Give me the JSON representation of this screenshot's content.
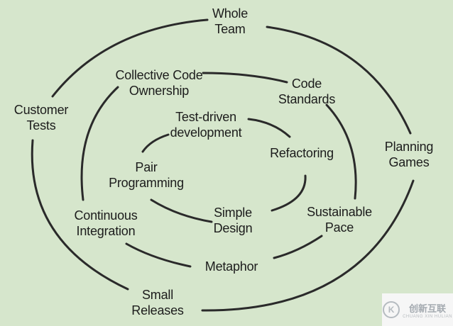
{
  "practices": {
    "whole_team": [
      "Whole",
      "Team"
    ],
    "collective_code_ownership": [
      "Collective Code",
      "Ownership"
    ],
    "code_standards": [
      "Code",
      "Standards"
    ],
    "customer_tests": [
      "Customer",
      "Tests"
    ],
    "test_driven_development": [
      "Test-driven",
      "development"
    ],
    "refactoring": [
      "Refactoring"
    ],
    "planning_games": [
      "Planning",
      "Games"
    ],
    "pair_programming": [
      "Pair",
      "Programming"
    ],
    "continuous_integration": [
      "Continuous",
      "Integration"
    ],
    "simple_design": [
      "Simple",
      "Design"
    ],
    "sustainable_pace": [
      "Sustainable",
      "Pace"
    ],
    "metaphor": [
      "Metaphor"
    ],
    "small_releases": [
      "Small",
      "Releases"
    ]
  },
  "watermark": {
    "logo_icon": "k-logo-icon",
    "cn": "创新互联",
    "en": "CHUANG XIN HULIAN"
  },
  "colors": {
    "background": "#d6e6cc",
    "stroke": "#2a2a2a"
  }
}
